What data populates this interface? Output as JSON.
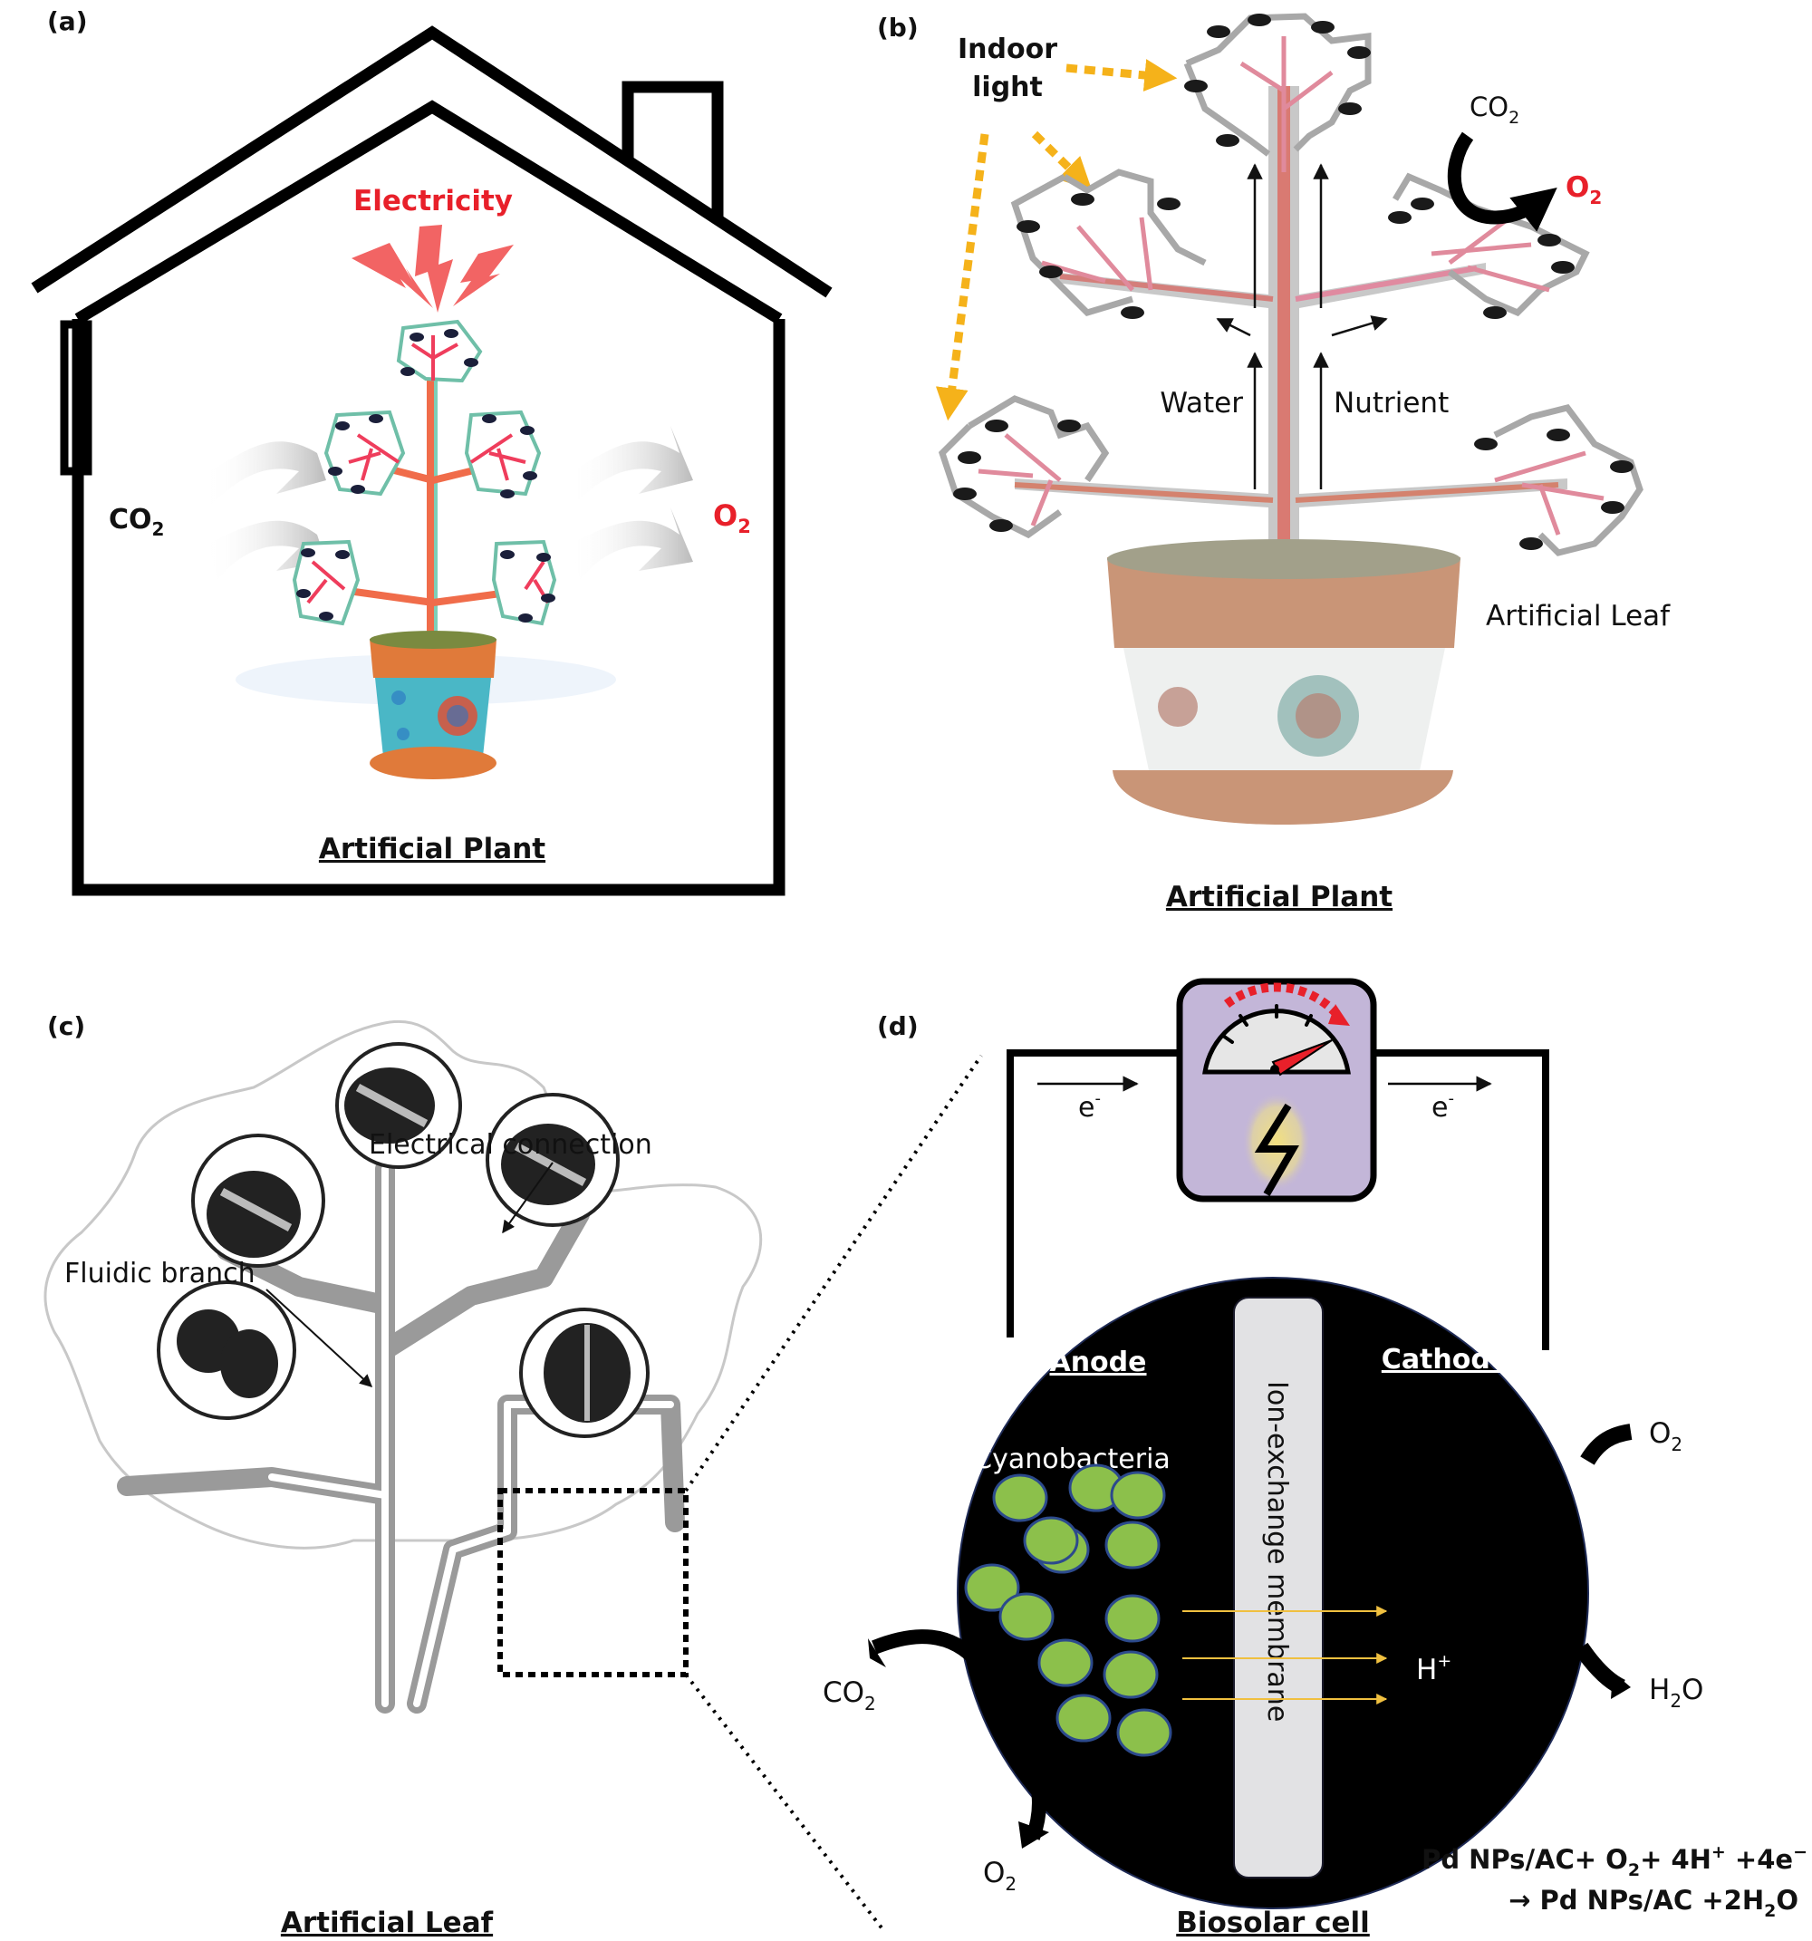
{
  "figure": {
    "panels": {
      "a": {
        "tag": "(a)",
        "title": "Artificial Plant",
        "electricity_label": "Electricity",
        "input_gas": {
          "base": "CO",
          "sub": "2"
        },
        "output_gas": {
          "base": "O",
          "sub": "2"
        },
        "icons": [
          "house-outline-icon",
          "chimney-icon",
          "lightning-bolt-icon",
          "air-flow-arrow-icon",
          "artificial-plant-image"
        ]
      },
      "b": {
        "tag": "(b)",
        "title": "Artificial Plant",
        "light_label_line1": "Indoor",
        "light_label_line2": "light",
        "co2": {
          "base": "CO",
          "sub": "2"
        },
        "o2": {
          "base": "O",
          "sub": "2"
        },
        "water_label": "Water",
        "nutrient_label": "Nutrient",
        "leaf_label": "Artificial Leaf",
        "icons": [
          "dotted-light-arrow-icon",
          "curved-arrow-icon",
          "flow-arrow-icon",
          "plant-photo"
        ]
      },
      "c": {
        "tag": "(c)",
        "title": "Artificial Leaf",
        "electrical_label": "Electrical connection",
        "fluidic_label": "Fluidic branch",
        "icons": [
          "leaf-outline",
          "electrode-disc",
          "zoom-box"
        ]
      },
      "d": {
        "tag": "(d)",
        "title": "Biosolar cell",
        "electron_label": {
          "base": "e",
          "sup": "-"
        },
        "anode_label": "Anode",
        "cathode_label": "Cathode",
        "membrane_label": "Ion-exchange membrane",
        "bacteria_label": "Cyanobacteria",
        "proton_label": {
          "base": "H",
          "sup": "+"
        },
        "anode_in": {
          "base": "CO",
          "sub": "2"
        },
        "anode_out": {
          "base": "O",
          "sub": "2"
        },
        "cathode_in": {
          "base": "O",
          "sub": "2"
        },
        "cathode_out": {
          "pre": "H",
          "sub": "2",
          "post": "O"
        },
        "equation_line1": {
          "p1": "Pd NPs/AC+ O",
          "s1": "2",
          "p2": "+ 4H",
          "s2": "+",
          "p3": " +4e",
          "s3": "−"
        },
        "equation_line2": {
          "p1": "→ Pd NPs/AC +2H",
          "s1": "2",
          "p2": "O"
        },
        "cyanobacteria_count": 13,
        "proton_arrow_count": 3,
        "colors": {
          "meter_box": "#c3b6d8",
          "cell": "#000000",
          "membrane": "#e2e2e4",
          "bacteria": "#8cc04b",
          "bacteria_edge": "#2c4a8c",
          "proton_arrow": "#f0c040",
          "gauge_needle": "#e8202a"
        }
      }
    },
    "colors": {
      "accent_red": "#e8202a",
      "light_arrow": "#f5b21a",
      "bolt_red": "#f26464"
    }
  }
}
